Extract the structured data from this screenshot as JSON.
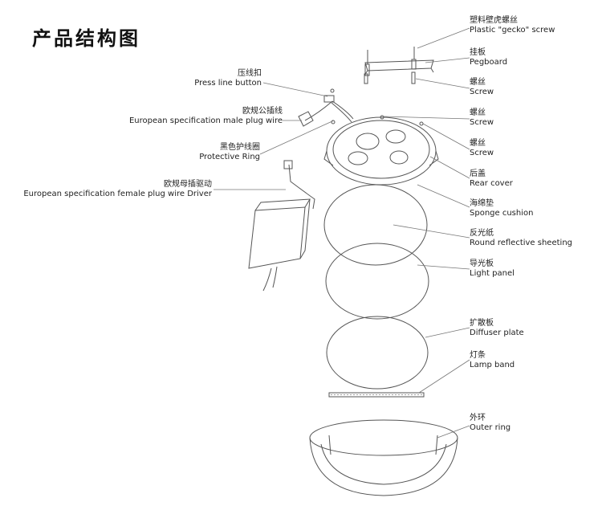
{
  "title": "产品结构图",
  "labels": {
    "gecko_screw": {
      "cn": "塑料壁虎螺丝",
      "en": "Plastic \"gecko\" screw"
    },
    "pegboard": {
      "cn": "挂板",
      "en": "Pegboard"
    },
    "screw_1": {
      "cn": "螺丝",
      "en": "Screw"
    },
    "screw_2": {
      "cn": "螺丝",
      "en": "Screw"
    },
    "screw_3": {
      "cn": "螺丝",
      "en": "Screw"
    },
    "rear_cover": {
      "cn": "后盖",
      "en": "Rear cover"
    },
    "sponge_cushion": {
      "cn": "海绵垫",
      "en": "Sponge cushion"
    },
    "reflective_sheeting": {
      "cn": "反光纸",
      "en": "Round reflective sheeting"
    },
    "light_panel": {
      "cn": "导光板",
      "en": "Light panel"
    },
    "diffuser_plate": {
      "cn": "扩散板",
      "en": "Diffuser plate"
    },
    "lamp_band": {
      "cn": "灯条",
      "en": "Lamp band"
    },
    "outer_ring": {
      "cn": "外环",
      "en": "Outer ring"
    },
    "press_line_button": {
      "cn": "压线扣",
      "en": "Press line button"
    },
    "male_plug_wire": {
      "cn": "欧规公插线",
      "en": "European specification male plug wire"
    },
    "protective_ring": {
      "cn": "黑色护线圈",
      "en": "Protective Ring"
    },
    "driver": {
      "cn": "欧规母插驱动",
      "en": "European specification female plug wire Driver"
    }
  }
}
